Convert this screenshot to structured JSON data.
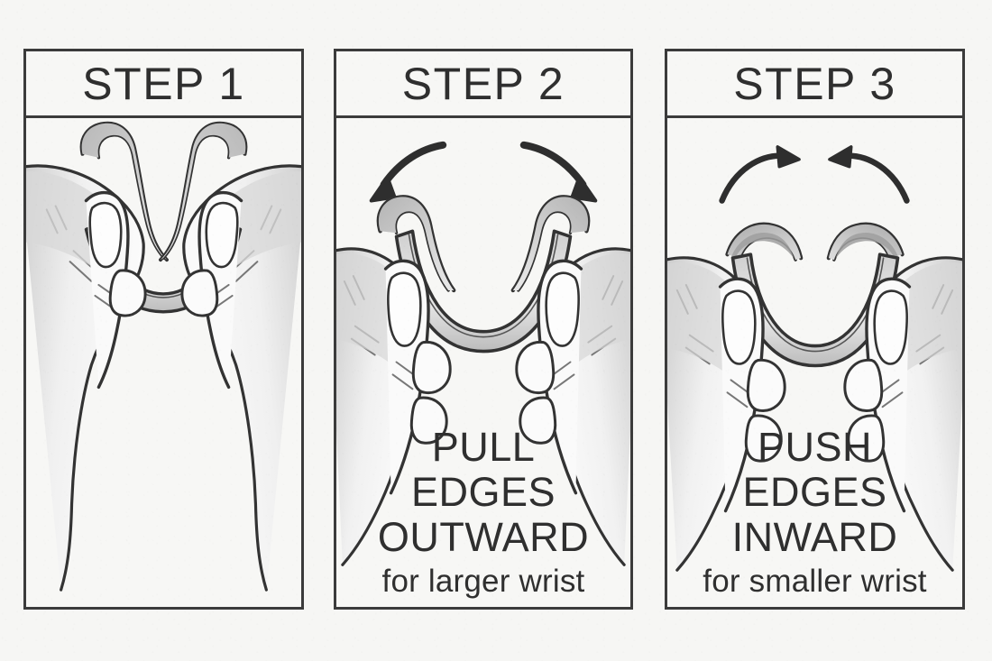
{
  "document": {
    "type": "instructional-diagram",
    "subject": "Adjusting a cuff bracelet",
    "background_color": "#f6f6f4",
    "ink_color": "#3b3b3b",
    "text_color": "#2f2f2f"
  },
  "panels": [
    {
      "id": "step-1",
      "title": "STEP 1",
      "caption_main": "",
      "caption_sub": "",
      "illustration": "two-hands-holding-cuff-bracelet",
      "arrows": []
    },
    {
      "id": "step-2",
      "title": "STEP 2",
      "caption_main_lines": [
        "PULL",
        "EDGES",
        "OUTWARD"
      ],
      "caption_sub": "for larger wrist",
      "illustration": "two-hands-pulling-cuff-bracelet-open",
      "arrows": [
        {
          "name": "arrow-outward-left",
          "direction": "down-left"
        },
        {
          "name": "arrow-outward-right",
          "direction": "down-right"
        }
      ]
    },
    {
      "id": "step-3",
      "title": "STEP 3",
      "caption_main_lines": [
        "PUSH",
        "EDGES",
        "INWARD"
      ],
      "caption_sub": "for smaller wrist",
      "illustration": "two-hands-pushing-cuff-bracelet-closed",
      "arrows": [
        {
          "name": "arrow-inward-left",
          "direction": "right"
        },
        {
          "name": "arrow-inward-right",
          "direction": "left"
        }
      ]
    }
  ],
  "panel_1": {
    "title": "STEP 1"
  },
  "panel_2": {
    "title": "STEP 2",
    "line_1": "PULL",
    "line_2": "EDGES",
    "line_3": "OUTWARD",
    "sub": "for larger wrist"
  },
  "panel_3": {
    "title": "STEP 3",
    "line_1": "PUSH",
    "line_2": "EDGES",
    "line_3": "INWARD",
    "sub": "for smaller wrist"
  }
}
